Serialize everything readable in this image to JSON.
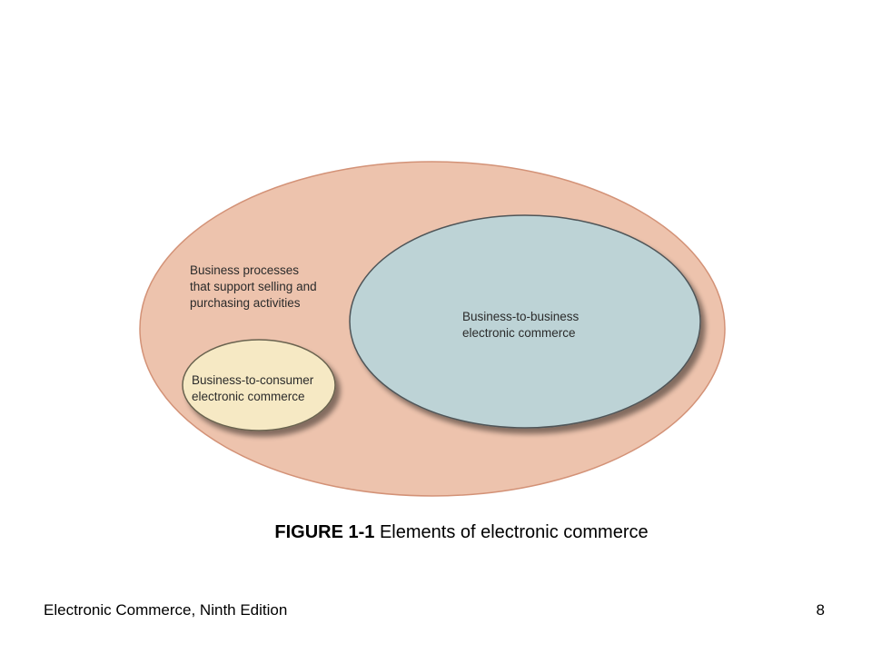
{
  "diagram": {
    "outer": {
      "lines": [
        "Business processes",
        "that support selling and",
        "purchasing activities"
      ],
      "fill": "#EDC3AD",
      "stroke": "#D39277"
    },
    "b2b": {
      "lines": [
        "Business-to-business",
        "electronic commerce"
      ],
      "fill": "#BDD3D6",
      "stroke": "#4F5558"
    },
    "b2c": {
      "lines": [
        "Business-to-consumer",
        "electronic commerce"
      ],
      "fill": "#F6E9C4",
      "stroke": "#6A6350"
    }
  },
  "caption": {
    "number": "FIGURE 1-1",
    "text": "Elements of electronic commerce"
  },
  "footer": {
    "title": "Electronic Commerce, Ninth Edition",
    "page": "8"
  }
}
